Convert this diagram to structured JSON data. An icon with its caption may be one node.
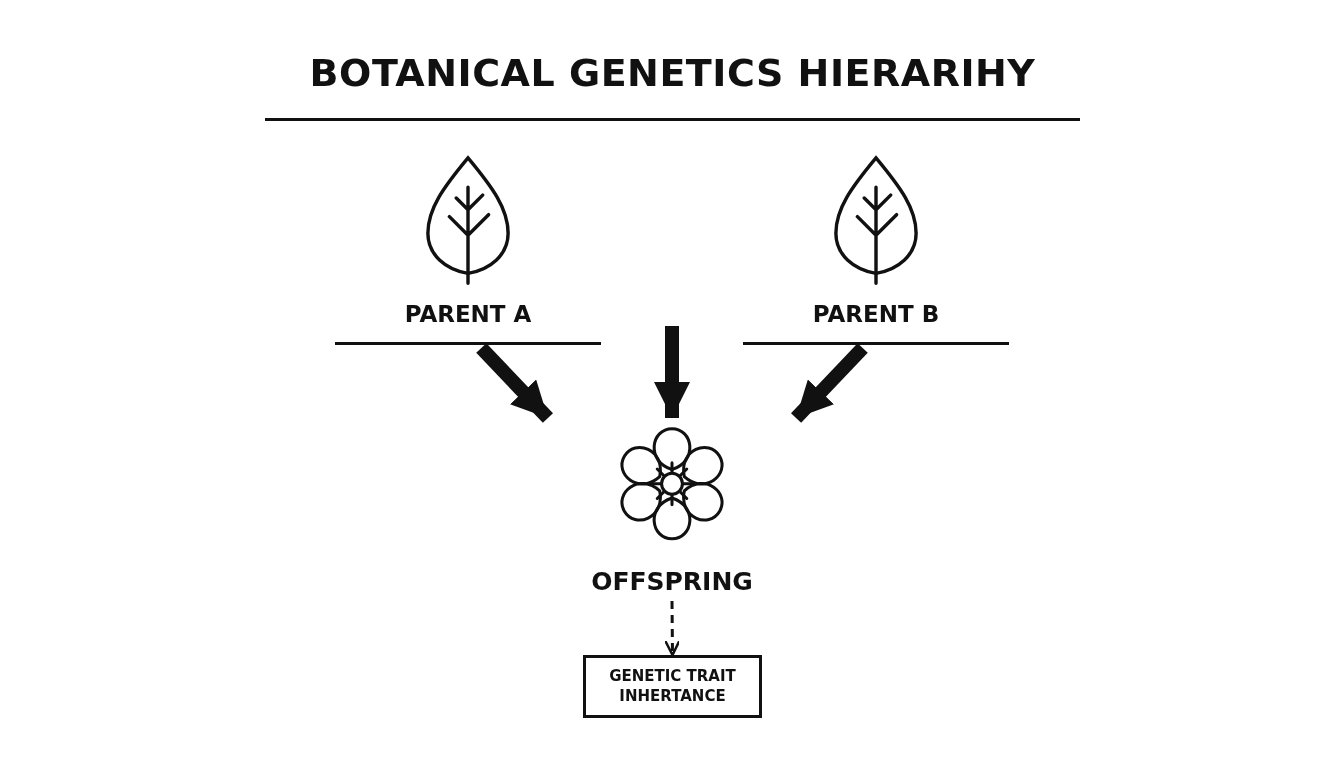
{
  "diagram": {
    "title": "BOTANICAL GENETICS HIERARIHY",
    "nodes": [
      {
        "text": [
          "PARENT A"
        ]
      },
      {
        "text": [
          "PARENT B"
        ]
      },
      {
        "text": [
          "OFFSPRING"
        ]
      },
      {
        "text": [
          "GENETIC TRAIT INHERTANCE"
        ]
      }
    ],
    "edges": [
      {
        "from": 0,
        "to": 2,
        "arrow": "to"
      },
      {
        "from": null,
        "to": 2,
        "arrow": "to"
      },
      {
        "from": 1,
        "to": 2,
        "arrow": "to"
      },
      {
        "from": 2,
        "to": 3,
        "arrow": "to",
        "style": "dashed"
      }
    ]
  }
}
